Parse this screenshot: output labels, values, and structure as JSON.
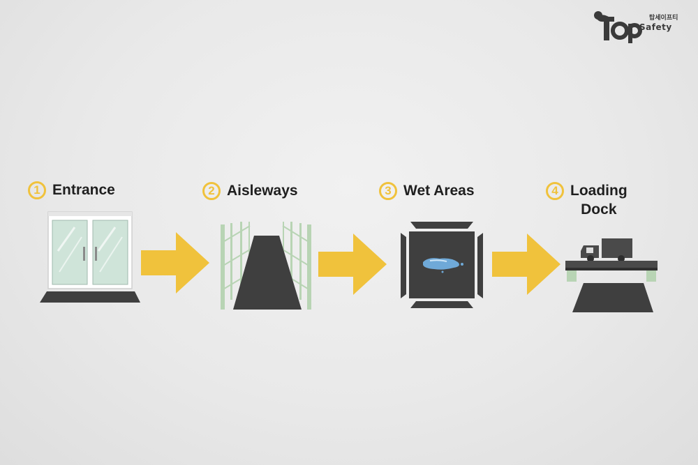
{
  "logo": {
    "mark_text": "T",
    "word": "Safety",
    "korean": "탑세이프티"
  },
  "steps": [
    {
      "number": "1",
      "label": "Entrance",
      "icon": "glass-door-icon"
    },
    {
      "number": "2",
      "label": "Aisleways",
      "icon": "aisle-racks-icon"
    },
    {
      "number": "3",
      "label": "Wet Areas",
      "icon": "wet-floor-icon"
    },
    {
      "number": "4",
      "label": "Loading\nDock",
      "icon": "loading-dock-truck-icon"
    }
  ],
  "colors": {
    "accent_yellow": "#f0c23c",
    "mat_dark": "#3f3f3f",
    "rack_green": "#b8d4b4",
    "water_blue": "#6fa9d8"
  }
}
